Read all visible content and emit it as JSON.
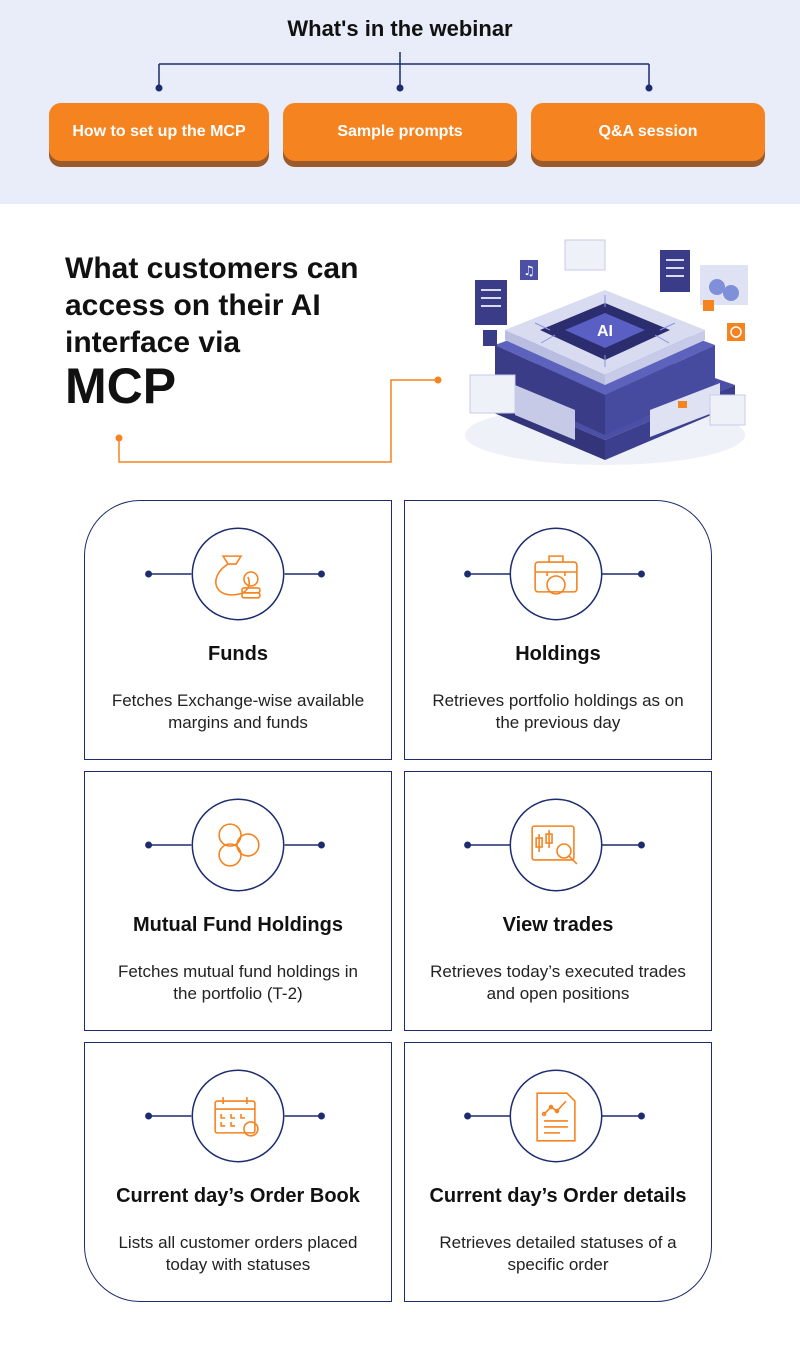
{
  "webinar": {
    "title": "What's in the webinar",
    "items": [
      {
        "label": "How to set up the MCP"
      },
      {
        "label": "Sample prompts"
      },
      {
        "label": "Q&A session"
      }
    ]
  },
  "heading": {
    "line": "What customers can access on their AI interface via",
    "big": "MCP"
  },
  "illustration": {
    "chip_label": "AI"
  },
  "cards": [
    {
      "title": "Funds",
      "description": "Fetches Exchange-wise available margins and funds",
      "icon": "money-bag-coins-icon"
    },
    {
      "title": "Holdings",
      "description": "Retrieves portfolio holdings as on the previous day",
      "icon": "briefcase-icon"
    },
    {
      "title": "Mutual Fund Holdings",
      "description": "Fetches mutual fund holdings in the portfolio (T-2)",
      "icon": "three-circles-icon"
    },
    {
      "title": "View trades",
      "description": "Retrieves today’s executed trades and open positions",
      "icon": "candlestick-search-icon"
    },
    {
      "title": "Current day’s Order Book",
      "description": "Lists all customer orders placed today with statuses",
      "icon": "calendar-icon"
    },
    {
      "title": "Current day’s Order details",
      "description": "Retrieves detailed statuses of a specific order",
      "icon": "report-chart-icon"
    }
  ],
  "colors": {
    "accent_orange": "#f58320",
    "navy": "#1c2c6e",
    "band_bg": "#e8edf9"
  }
}
